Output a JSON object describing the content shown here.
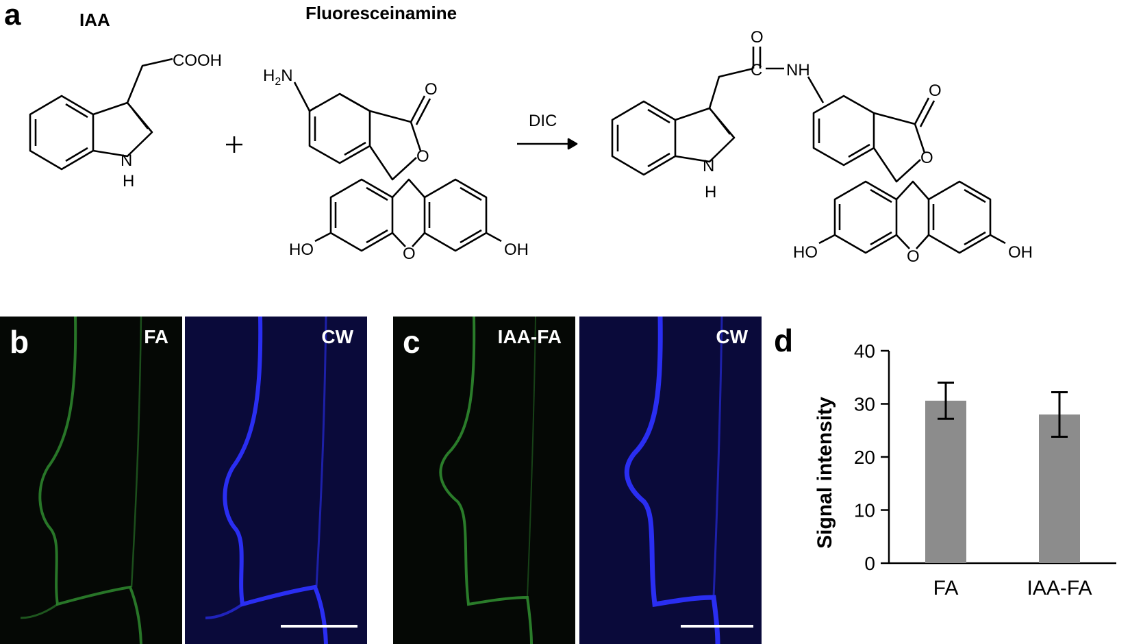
{
  "panels": {
    "a": "a",
    "b": "b",
    "c": "c",
    "d": "d"
  },
  "reaction": {
    "iaa_title": "IAA",
    "fa_title": "Fluoresceinamine",
    "plus": "+",
    "reagent": "DIC",
    "atoms": {
      "cooh": "COOH",
      "n": "N",
      "h": "H",
      "h2n": "H2N",
      "o": "O",
      "ho": "HO",
      "oh": "OH",
      "c": "C",
      "nh": "NH"
    }
  },
  "micrographs": {
    "b_left_tag": "FA",
    "b_right_tag": "CW",
    "c_left_tag": "IAA-FA",
    "c_right_tag": "CW"
  },
  "colors": {
    "green_signal": "#2f8a2f",
    "blue_signal": "#2a2ef2",
    "bar_gray": "#8c8c8c"
  },
  "chart_data": {
    "type": "bar",
    "categories": [
      "FA",
      "IAA-FA"
    ],
    "values": [
      30.6,
      28.0
    ],
    "errors": [
      3.4,
      4.2
    ],
    "ylabel": "Signal intensity",
    "ylim": [
      0,
      40
    ],
    "yticks": [
      "0",
      "10",
      "20",
      "30",
      "40"
    ],
    "grid": false
  }
}
